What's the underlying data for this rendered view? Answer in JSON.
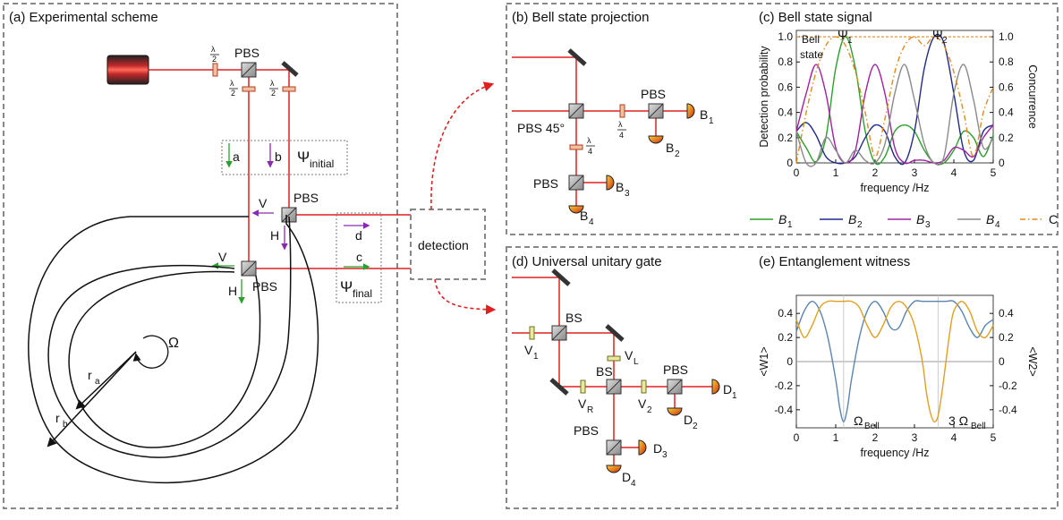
{
  "panels": {
    "a": {
      "title": "(a) Experimental scheme",
      "labels": {
        "pbs_top": "PBS",
        "pbs_mid": "PBS",
        "pbs_low": "PBS",
        "half": "λ",
        "half_den": "2",
        "a": "a",
        "b": "b",
        "c": "c",
        "d": "d",
        "psi_initial": "Ψ",
        "psi_initial_sub": "initial",
        "psi_final": "Ψ",
        "psi_final_sub": "final",
        "V1": "V",
        "H1": "H",
        "V2": "V",
        "H2": "H",
        "omega": "Ω",
        "ra": "r",
        "ra_sub": "a",
        "rb": "r",
        "rb_sub": "b",
        "detection": "detection"
      }
    },
    "b": {
      "title": "(b) Bell state projection",
      "labels": {
        "pbs45": "PBS 45°",
        "pbs_r": "PBS",
        "pbs_l": "PBS",
        "quarter": "λ",
        "quarter_den": "4",
        "B1": "B",
        "B1s": "1",
        "B2": "B",
        "B2s": "2",
        "B3": "B",
        "B3s": "3",
        "B4": "B",
        "B4s": "4"
      }
    },
    "c": {
      "title": "(c) Bell state signal",
      "bell_state_l1": "Bell",
      "bell_state_l2": "state",
      "psi1": "Ψ",
      "psi1s": "1",
      "psi2": "Ψ",
      "psi2s": "2"
    },
    "d": {
      "title": "(d) Universal unitary gate",
      "labels": {
        "bs1": "BS",
        "bs2": "BS",
        "pbs1": "PBS",
        "pbs2": "PBS",
        "V1": "V",
        "V1s": "1",
        "VL": "V",
        "VLs": "L",
        "VR": "V",
        "VRs": "R",
        "V2": "V",
        "V2s": "2",
        "D1": "D",
        "D1s": "1",
        "D2": "D",
        "D2s": "2",
        "D3": "D",
        "D3s": "3",
        "D4": "D",
        "D4s": "4"
      }
    },
    "e": {
      "title": "(e) Entanglement witness",
      "omega_bell": "Ω",
      "omega_bell_sub": "Bell",
      "three_omega": "3 Ω",
      "three_omega_sub": "Bell"
    }
  },
  "colors": {
    "B1": "#2ca02c",
    "B2": "#1f2a8a",
    "B3": "#a020a0",
    "B4": "#8a8a8a",
    "C": "#e08a1e",
    "W1": "#5b84b1",
    "W2": "#e0a020",
    "beam": "#e02020",
    "frame": "#888888"
  },
  "chart_data": [
    {
      "type": "line",
      "title": "(c) Bell state signal",
      "xlabel": "frequency /Hz",
      "ylabel": "Detection probability",
      "y2label": "Concurrence",
      "xlim": [
        0,
        5
      ],
      "ylim": [
        0,
        1.05
      ],
      "y2lim": [
        0,
        1.05
      ],
      "xticks": [
        "0",
        "1",
        "2",
        "3",
        "4",
        "5"
      ],
      "yticks": [
        "0",
        "0.2",
        "0.4",
        "0.6",
        "0.8",
        "1.0"
      ],
      "y2ticks": [
        "0",
        "0.2",
        "0.4",
        "0.6",
        "0.8",
        "1.0"
      ],
      "legend_position": "bottom",
      "series": [
        {
          "name": "B",
          "name_sub": "1",
          "style": "solid",
          "x": [
            0,
            0.25,
            0.5,
            0.75,
            1,
            1.25,
            1.5,
            1.75,
            2,
            2.25,
            2.5,
            2.75,
            3,
            3.25,
            3.5,
            3.75,
            4,
            4.25,
            4.5,
            4.75,
            5
          ],
          "y": [
            0.25,
            0.12,
            0.01,
            0.2,
            0.75,
            1.0,
            0.75,
            0.25,
            0.0,
            0.05,
            0.25,
            0.3,
            0.25,
            0.1,
            0.0,
            0.0,
            0.1,
            0.25,
            0.2,
            0.05,
            0.22
          ]
        },
        {
          "name": "B",
          "name_sub": "2",
          "style": "solid",
          "x": [
            0,
            0.25,
            0.5,
            0.75,
            1,
            1.25,
            1.5,
            1.75,
            2,
            2.25,
            2.5,
            2.75,
            3,
            3.25,
            3.5,
            3.75,
            4,
            4.25,
            4.5,
            4.75,
            5
          ],
          "y": [
            0.25,
            0.32,
            0.22,
            0.05,
            0.0,
            0.0,
            0.05,
            0.2,
            0.3,
            0.25,
            0.05,
            0.0,
            0.25,
            0.75,
            1.0,
            0.95,
            0.55,
            0.1,
            0.02,
            0.25,
            0.3
          ]
        },
        {
          "name": "B",
          "name_sub": "3",
          "style": "solid",
          "x": [
            0,
            0.25,
            0.5,
            0.75,
            1,
            1.25,
            1.5,
            1.75,
            2,
            2.25,
            2.5,
            2.75,
            3,
            3.25,
            3.5,
            3.75,
            4,
            4.25,
            4.5,
            4.75,
            5
          ],
          "y": [
            0.25,
            0.55,
            0.78,
            0.55,
            0.12,
            0.0,
            0.1,
            0.55,
            0.78,
            0.55,
            0.12,
            0.0,
            0.02,
            0.02,
            0.0,
            0.02,
            0.12,
            0.1,
            0.05,
            0.2,
            0.3
          ]
        },
        {
          "name": "B",
          "name_sub": "4",
          "style": "solid",
          "x": [
            0,
            0.25,
            0.5,
            0.75,
            1,
            1.25,
            1.5,
            1.75,
            2,
            2.25,
            2.5,
            2.75,
            3,
            3.25,
            3.5,
            3.75,
            4,
            4.25,
            4.5,
            4.75,
            5
          ],
          "y": [
            0.25,
            0.0,
            0.0,
            0.2,
            0.1,
            0.0,
            0.1,
            0.02,
            0.0,
            0.15,
            0.55,
            0.78,
            0.5,
            0.15,
            0.0,
            0.05,
            0.55,
            0.78,
            0.5,
            0.12,
            0.2
          ]
        },
        {
          "name": "C",
          "style": "dashdot",
          "x": [
            0,
            0.25,
            0.5,
            0.75,
            1,
            1.25,
            1.5,
            1.75,
            2,
            2.25,
            2.5,
            2.75,
            3,
            3.25,
            3.5,
            3.75,
            4,
            4.25,
            4.5,
            4.75,
            5
          ],
          "y": [
            0.0,
            0.4,
            0.72,
            0.93,
            1.0,
            0.93,
            0.72,
            0.4,
            0.05,
            0.35,
            0.72,
            0.93,
            1.0,
            0.93,
            1.0,
            0.93,
            0.72,
            0.4,
            0.05,
            0.4,
            0.6
          ]
        }
      ]
    },
    {
      "type": "line",
      "title": "(e) Entanglement witness",
      "xlabel": "frequency /Hz",
      "ylabel": "<W1>",
      "y2label": "<W2>",
      "xlim": [
        0,
        5
      ],
      "ylim": [
        -0.55,
        0.55
      ],
      "xticks": [
        "0",
        "1",
        "2",
        "3",
        "4",
        "5"
      ],
      "yticks": [
        "-0.4",
        "-0.2",
        "0",
        "0.2",
        "0.4"
      ],
      "y2ticks": [
        "-0.4",
        "-0.2",
        "0",
        "0.2",
        "0.4"
      ],
      "vlines": [
        1.2,
        3.6
      ],
      "series": [
        {
          "name": "<W1>",
          "x": [
            0,
            0.2,
            0.4,
            0.6,
            0.8,
            1.0,
            1.1,
            1.2,
            1.3,
            1.4,
            1.6,
            1.8,
            2.0,
            2.2,
            2.4,
            2.6,
            2.8,
            3.0,
            3.2,
            3.4,
            3.6,
            3.8,
            4.0,
            4.2,
            4.4,
            4.6,
            4.8,
            5.0
          ],
          "y": [
            0.25,
            0.42,
            0.5,
            0.42,
            0.2,
            -0.15,
            -0.38,
            -0.5,
            -0.38,
            -0.15,
            0.2,
            0.42,
            0.5,
            0.42,
            0.28,
            0.28,
            0.42,
            0.5,
            0.5,
            0.5,
            0.5,
            0.5,
            0.5,
            0.42,
            0.28,
            0.2,
            0.3,
            0.35
          ]
        },
        {
          "name": "<W2>",
          "x": [
            0,
            0.2,
            0.4,
            0.6,
            0.8,
            1.0,
            1.2,
            1.4,
            1.6,
            1.8,
            2.0,
            2.2,
            2.4,
            2.6,
            2.8,
            3.0,
            3.2,
            3.3,
            3.4,
            3.5,
            3.6,
            3.7,
            3.8,
            3.9,
            4.0,
            4.2,
            4.4,
            4.6,
            4.8,
            5.0
          ],
          "y": [
            0.35,
            0.2,
            0.3,
            0.45,
            0.5,
            0.5,
            0.5,
            0.5,
            0.45,
            0.3,
            0.2,
            0.3,
            0.45,
            0.5,
            0.45,
            0.3,
            0.0,
            -0.25,
            -0.42,
            -0.5,
            -0.45,
            -0.25,
            0.0,
            0.25,
            0.42,
            0.5,
            0.42,
            0.25,
            0.2,
            0.3
          ]
        }
      ]
    }
  ]
}
